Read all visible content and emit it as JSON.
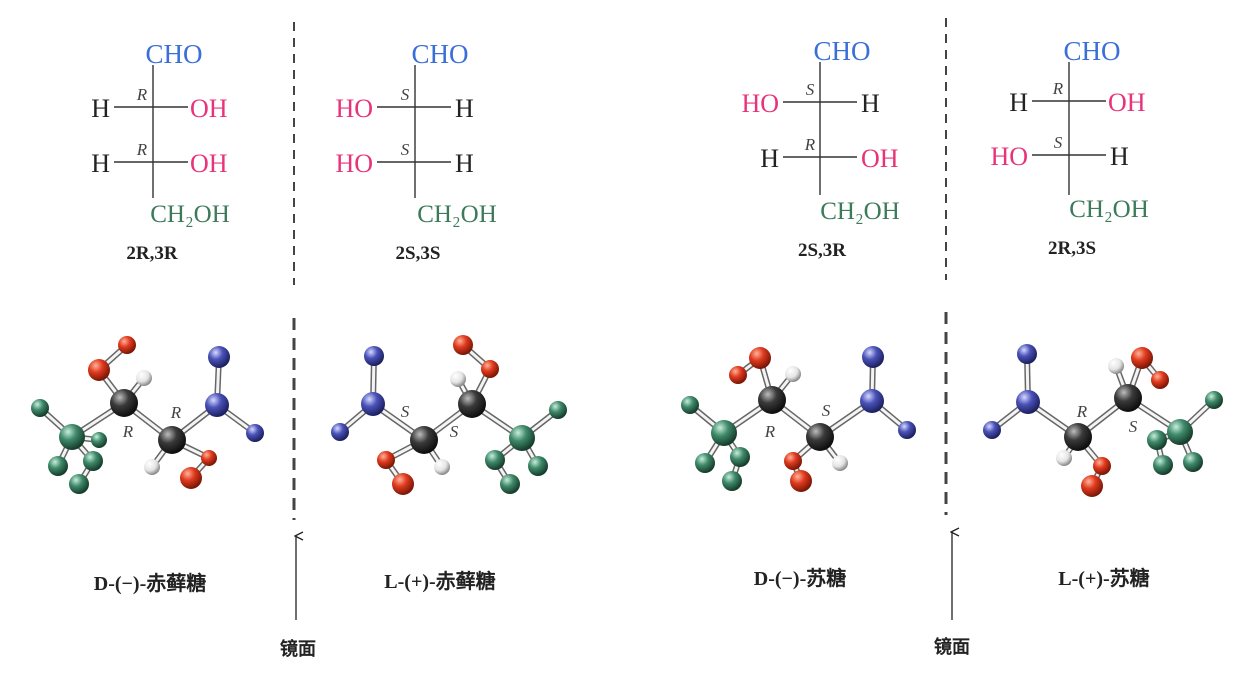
{
  "colors": {
    "cho": "#3a6fd8",
    "oh": "#e8337a",
    "ch2oh": "#3c7a5a",
    "h": "#222222",
    "mirror_line": "#444444",
    "atom_oxygen": "#e03a1e",
    "atom_carbon": "#3a3a3a",
    "atom_nitrogen_like": "#4a52b8",
    "atom_green": "#3f8a6a",
    "atom_hydrogen": "#f2f2f2"
  },
  "fischer": [
    {
      "top": "CHO",
      "r1": {
        "left": "H",
        "right": "OH",
        "config": "R"
      },
      "r2": {
        "left": "H",
        "right": "OH",
        "config": "R"
      },
      "bottom": "CH₂OH",
      "label": "2R,3R"
    },
    {
      "top": "CHO",
      "r1": {
        "left": "HO",
        "right": "H",
        "config": "S"
      },
      "r2": {
        "left": "HO",
        "right": "H",
        "config": "S"
      },
      "bottom": "CH₂OH",
      "label": "2S,3S"
    },
    {
      "top": "CHO",
      "r1": {
        "left": "HO",
        "right": "H",
        "config": "S"
      },
      "r2": {
        "left": "H",
        "right": "OH",
        "config": "R"
      },
      "bottom": "CH₂OH",
      "label": "2S,3R"
    },
    {
      "top": "CHO",
      "r1": {
        "left": "H",
        "right": "OH",
        "config": "R"
      },
      "r2": {
        "left": "HO",
        "right": "H",
        "config": "S"
      },
      "bottom": "CH₂OH",
      "label": "2R,3S"
    }
  ],
  "models": [
    {
      "config_a": "R",
      "config_b": "R",
      "name": "D-(−)-赤藓糖"
    },
    {
      "config_a": "S",
      "config_b": "S",
      "name": "L-(+)-赤藓糖"
    },
    {
      "config_a": "R",
      "config_b": "S",
      "name": "D-(−)-苏糖"
    },
    {
      "config_a": "R",
      "config_b": "S",
      "name": "L-(+)-苏糖"
    }
  ],
  "mirrors": [
    {
      "label": "镜面"
    },
    {
      "label": "镜面"
    }
  ]
}
